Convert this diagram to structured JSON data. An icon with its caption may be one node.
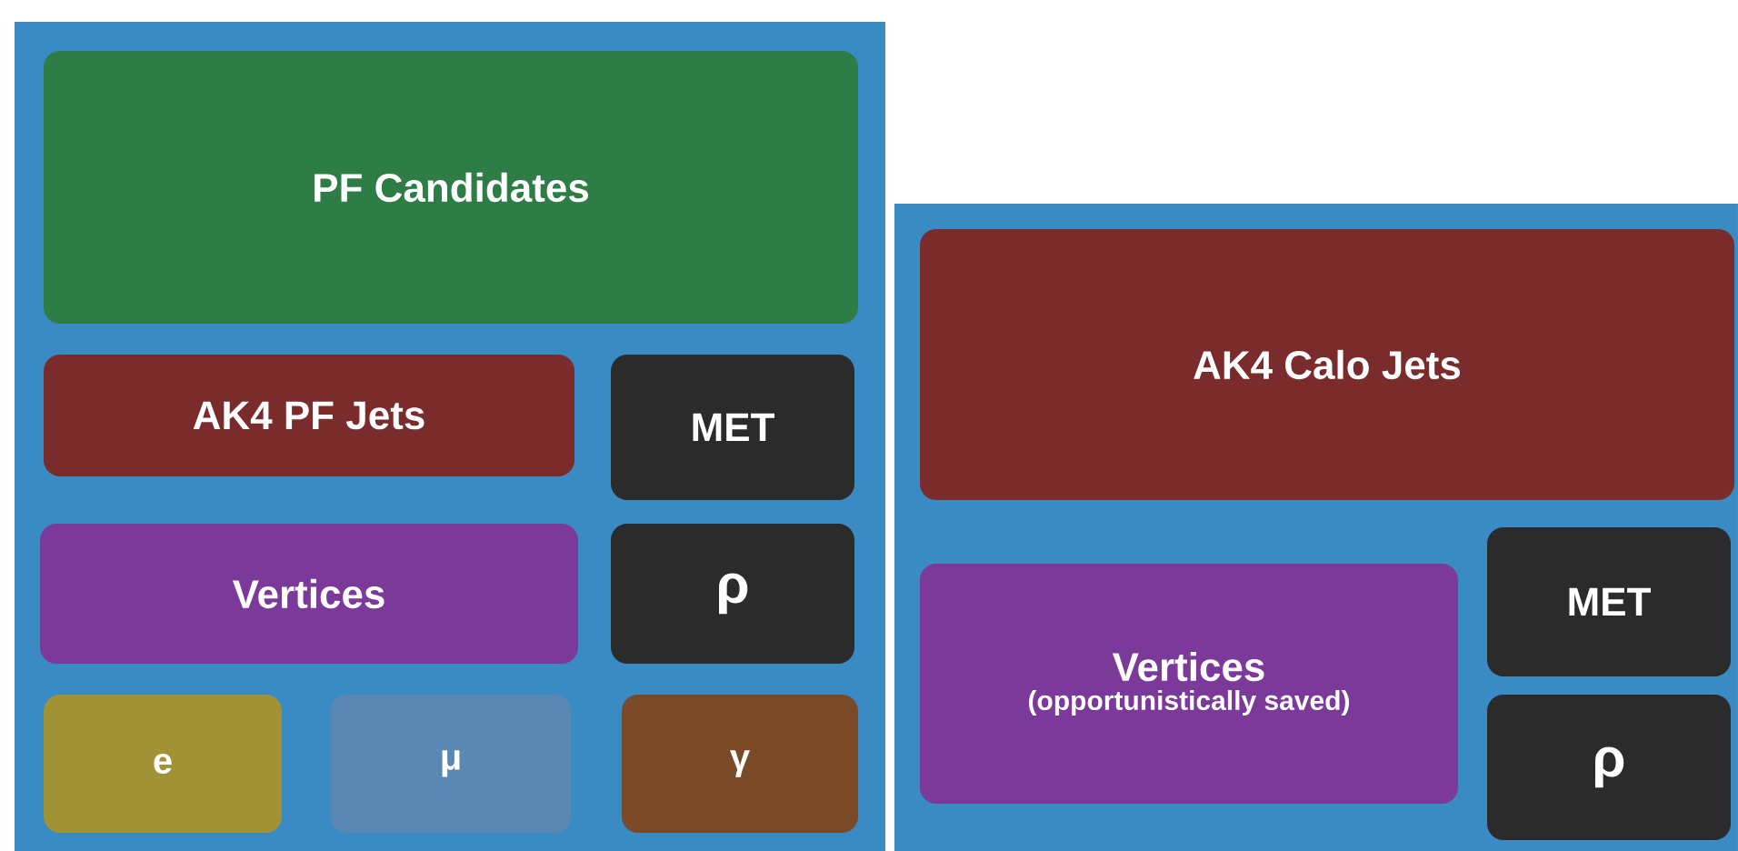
{
  "diagram": {
    "nodes": [
      {
        "text": [],
        "shape": "box"
      },
      {
        "text": [
          "PF Candidates"
        ],
        "in": 0
      },
      {
        "text": [
          "AK4 PF Jets"
        ],
        "in": 0
      },
      {
        "text": [
          "MET"
        ],
        "in": 0
      },
      {
        "text": [
          "Vertices"
        ],
        "in": 0
      },
      {
        "text": [
          "ρ"
        ],
        "in": 0
      },
      {
        "text": [
          "e"
        ],
        "in": 0
      },
      {
        "text": [
          "μ"
        ],
        "in": 0
      },
      {
        "text": [
          "γ"
        ],
        "in": 0
      },
      {
        "text": [],
        "shape": "box"
      },
      {
        "text": [
          "AK4 Calo Jets"
        ],
        "in": 9
      },
      {
        "text": [
          "Vertices",
          "(opportunistically saved)"
        ],
        "in": 9
      },
      {
        "text": [
          "MET"
        ],
        "in": 9
      },
      {
        "text": [
          "ρ"
        ],
        "in": 9
      }
    ]
  }
}
